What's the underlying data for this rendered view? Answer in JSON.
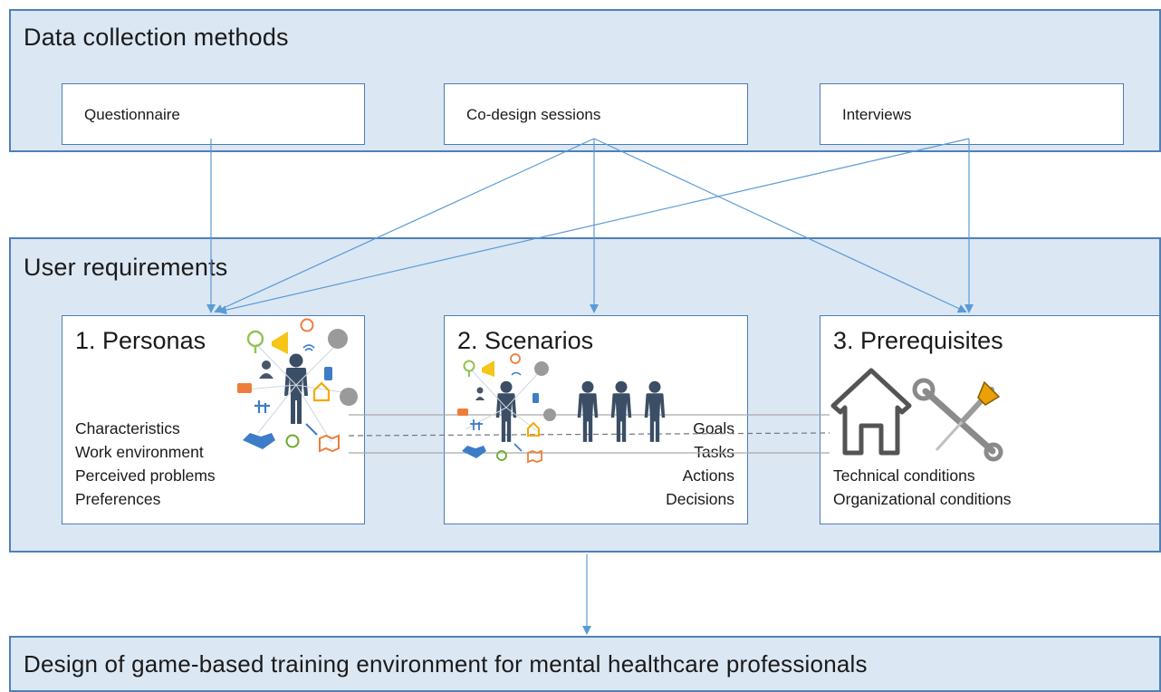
{
  "methods": {
    "title": "Data collection methods",
    "items": [
      "Questionnaire",
      "Co-design sessions",
      "Interviews"
    ]
  },
  "requirements": {
    "title": "User requirements",
    "personas": {
      "title": "1. Personas",
      "attributes": [
        "Characteristics",
        "Work environment",
        "Perceived problems",
        "Preferences"
      ]
    },
    "scenarios": {
      "title": "2. Scenarios",
      "attributes": [
        "Goals",
        "Tasks",
        "Actions",
        "Decisions"
      ]
    },
    "prerequisites": {
      "title": "3. Prerequisites",
      "attributes": [
        "Technical conditions",
        "Organizational conditions"
      ]
    }
  },
  "design": {
    "title": "Design of game-based training environment for mental healthcare professionals"
  },
  "colors": {
    "panel_fill": "#dce7f4",
    "panel_border": "#4f80b9",
    "arrow": "#5b9bd5",
    "person": "#3b4e66"
  },
  "icons": [
    "lightbulb-icon",
    "megaphone-icon",
    "basketball-icon",
    "head-gears-icon",
    "wifi-icon",
    "doctor-icon",
    "wallet-icon",
    "phone-icon",
    "family-icon",
    "home-icon",
    "group-icon",
    "handshake-icon",
    "alarm-clock-icon",
    "link-icon",
    "map-icon",
    "house-outline-icon",
    "screwdriver-wrench-icon"
  ]
}
